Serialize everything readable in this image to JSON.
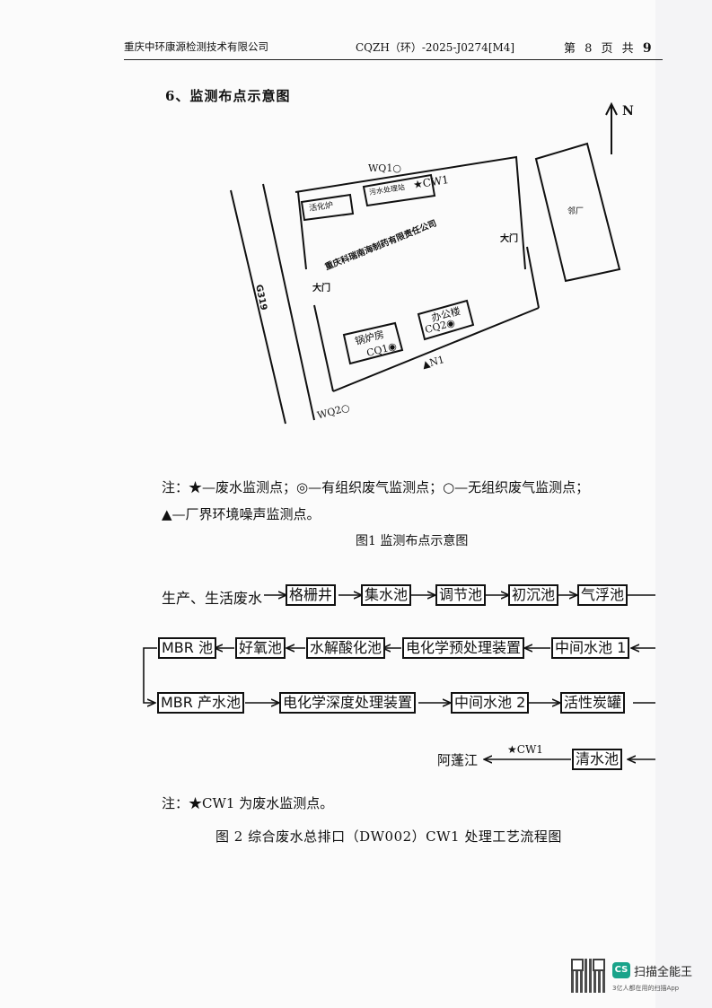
{
  "header": {
    "company": "重庆中环康源检测技术有限公司",
    "report_code": "CQZH（环）-2025-J0274[M4]",
    "page_prefix": "第 8 页 共",
    "page_total": "9"
  },
  "section": {
    "title": "6、监测布点示意图"
  },
  "map": {
    "north_label": "N",
    "road_label": "G319",
    "company_label": "重庆科瑞南海制药有限责任公司",
    "neighbor_label": "邻厂",
    "gate_west": "大门",
    "gate_east": "大门",
    "buildings": [
      {
        "name": "活化炉"
      },
      {
        "name": "污水处理站"
      },
      {
        "name": "锅炉房",
        "point": "CQ1"
      },
      {
        "name": "办公楼",
        "point": "CQ2"
      }
    ],
    "points": {
      "wq1": "WQ1",
      "wq2": "WQ2",
      "cw1": "★CW1",
      "n1": "▲N1",
      "cq1": "CQ1",
      "cq2": "CQ2"
    }
  },
  "legend_note": {
    "line1": "注：★—废水监测点；◎—有组织废气监测点；○—无组织废气监测点；",
    "line2": "▲—厂界环境噪声监测点。"
  },
  "figure1_caption": "图1  监测布点示意图",
  "flowchart": {
    "source": "生产、生活废水",
    "row1": [
      "格栅井",
      "集水池",
      "调节池",
      "初沉池",
      "气浮池"
    ],
    "row2": [
      "MBR 池",
      "好氧池",
      "水解酸化池",
      "电化学预处理装置",
      "中间水池 1"
    ],
    "row3": [
      "MBR 产水池",
      "电化学深度处理装置",
      "中间水池 2",
      "活性炭罐"
    ],
    "row4_box": "清水池",
    "outfall_point": "★CW1",
    "destination": "阿蓬江"
  },
  "flow_note": "注：★CW1 为废水监测点。",
  "figure2_caption": "图 2  综合废水总排口（DW002）CW1 处理工艺流程图",
  "watermark": {
    "logo": "CS",
    "app_name": "扫描全能王",
    "tagline": "3亿人都在用的扫描App"
  }
}
